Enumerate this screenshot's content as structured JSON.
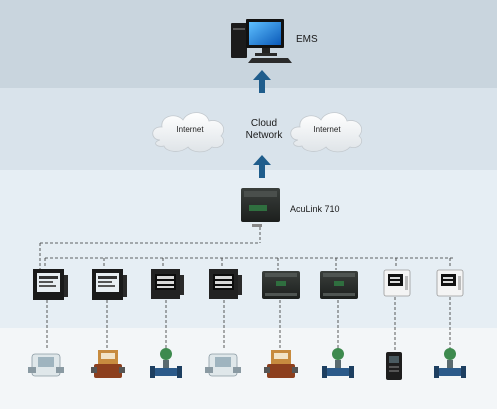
{
  "top_label": "EMS",
  "network_label": "Cloud Network",
  "clouds": [
    {
      "label": "Internet"
    },
    {
      "label": "Internet"
    }
  ],
  "gateway_label": "AcuLink 710",
  "colors": {
    "arrow": "#1f5d8c",
    "band_top": "#c9d5de",
    "band_cloud": "#d9e3eb",
    "band_devices": "#e6eef4",
    "band_bottom": "#f3f6f8"
  }
}
